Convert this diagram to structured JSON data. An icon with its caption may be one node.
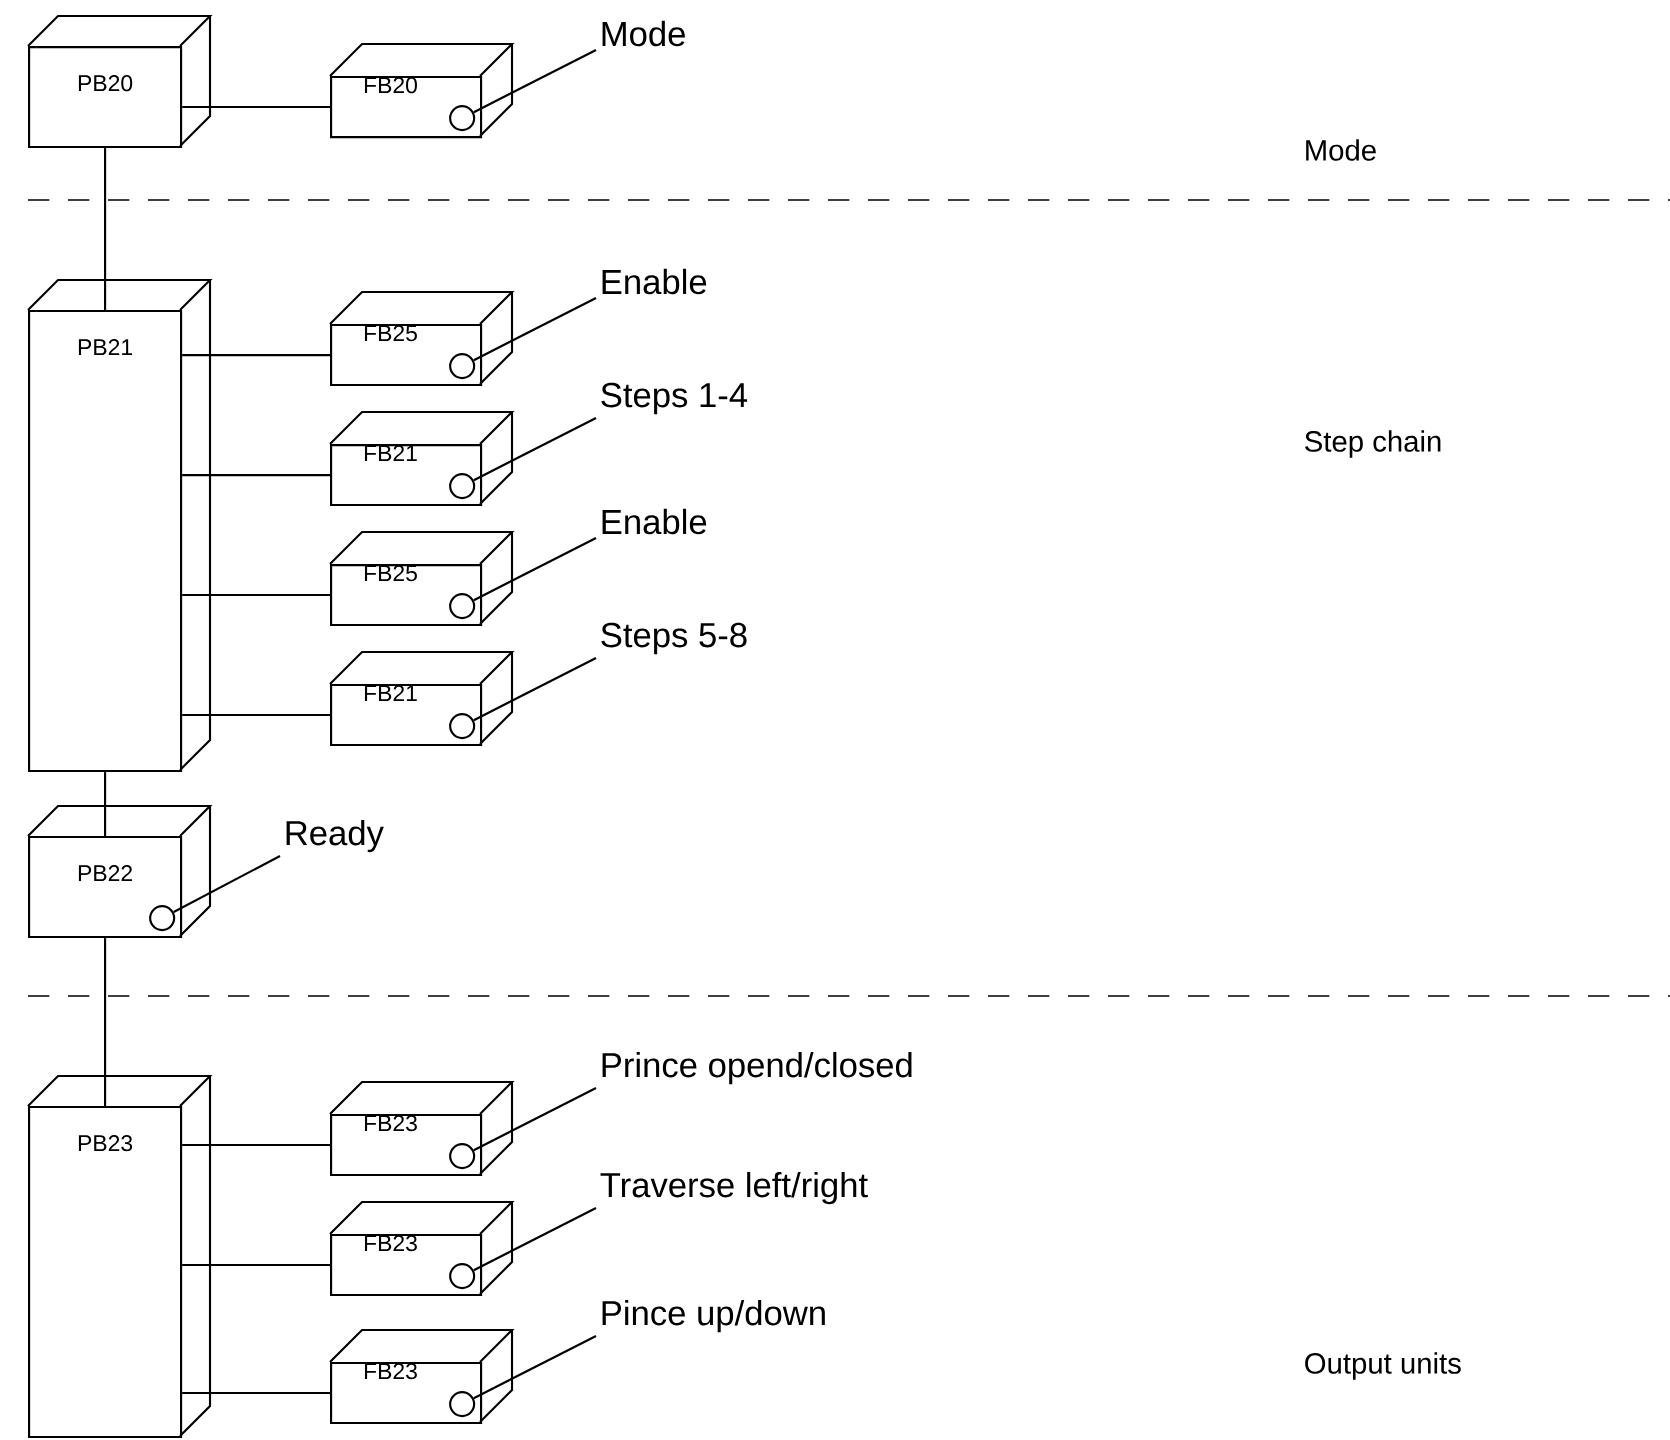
{
  "diagram": {
    "nodes": [
      {
        "text": [
          "PB20"
        ]
      },
      {
        "text": [
          "FB20"
        ]
      },
      {
        "text": [],
        "shape": "circle",
        "in": 1
      },
      {
        "text": [
          "Mode"
        ]
      },
      {
        "text": [
          "PB21"
        ]
      },
      {
        "text": [
          "FB25"
        ]
      },
      {
        "text": [],
        "shape": "circle",
        "in": 5
      },
      {
        "text": [
          "Enable"
        ]
      },
      {
        "text": [
          "FB21"
        ]
      },
      {
        "text": [],
        "shape": "circle",
        "in": 8
      },
      {
        "text": [
          "Steps 1-4"
        ]
      },
      {
        "text": [
          "FB25"
        ]
      },
      {
        "text": [],
        "shape": "circle",
        "in": 11
      },
      {
        "text": [
          "Enable"
        ]
      },
      {
        "text": [
          "FB21"
        ]
      },
      {
        "text": [],
        "shape": "circle",
        "in": 14
      },
      {
        "text": [
          "Steps 5-8"
        ]
      },
      {
        "text": [
          "PB22"
        ]
      },
      {
        "text": [],
        "shape": "circle",
        "in": 17
      },
      {
        "text": [
          "Ready"
        ]
      },
      {
        "text": [
          "PB23"
        ]
      },
      {
        "text": [
          "FB23"
        ]
      },
      {
        "text": [],
        "shape": "circle",
        "in": 21
      },
      {
        "text": [
          "Prince opend/closed"
        ]
      },
      {
        "text": [
          "FB23"
        ]
      },
      {
        "text": [],
        "shape": "circle",
        "in": 24
      },
      {
        "text": [
          "Traverse left/right"
        ]
      },
      {
        "text": [
          "FB23"
        ]
      },
      {
        "text": [],
        "shape": "circle",
        "in": 27
      },
      {
        "text": [
          "Pince up/down"
        ]
      }
    ],
    "edges": [
      {
        "from": 0,
        "to": 1,
        "arrow": "none"
      },
      {
        "from": 3,
        "to": 2,
        "arrow": "none"
      },
      {
        "from": 0,
        "to": 4,
        "arrow": "none"
      },
      {
        "from": 4,
        "to": 5,
        "arrow": "none"
      },
      {
        "from": 4,
        "to": 8,
        "arrow": "none"
      },
      {
        "from": 4,
        "to": 11,
        "arrow": "none"
      },
      {
        "from": 4,
        "to": 14,
        "arrow": "none"
      },
      {
        "from": 7,
        "to": 6,
        "arrow": "none"
      },
      {
        "from": 10,
        "to": 9,
        "arrow": "none"
      },
      {
        "from": 13,
        "to": 12,
        "arrow": "none"
      },
      {
        "from": 16,
        "to": 15,
        "arrow": "none"
      },
      {
        "from": 4,
        "to": 17,
        "arrow": "none"
      },
      {
        "from": 19,
        "to": 18,
        "arrow": "none"
      },
      {
        "from": 17,
        "to": 20,
        "arrow": "none"
      },
      {
        "from": 20,
        "to": 21,
        "arrow": "none"
      },
      {
        "from": 20,
        "to": 24,
        "arrow": "none"
      },
      {
        "from": 20,
        "to": 27,
        "arrow": "none"
      },
      {
        "from": 23,
        "to": 22,
        "arrow": "none"
      },
      {
        "from": 26,
        "to": 25,
        "arrow": "none"
      },
      {
        "from": 29,
        "to": 28,
        "arrow": "none"
      }
    ],
    "labels": [
      "Mode",
      "Step chain",
      "Output units"
    ]
  }
}
